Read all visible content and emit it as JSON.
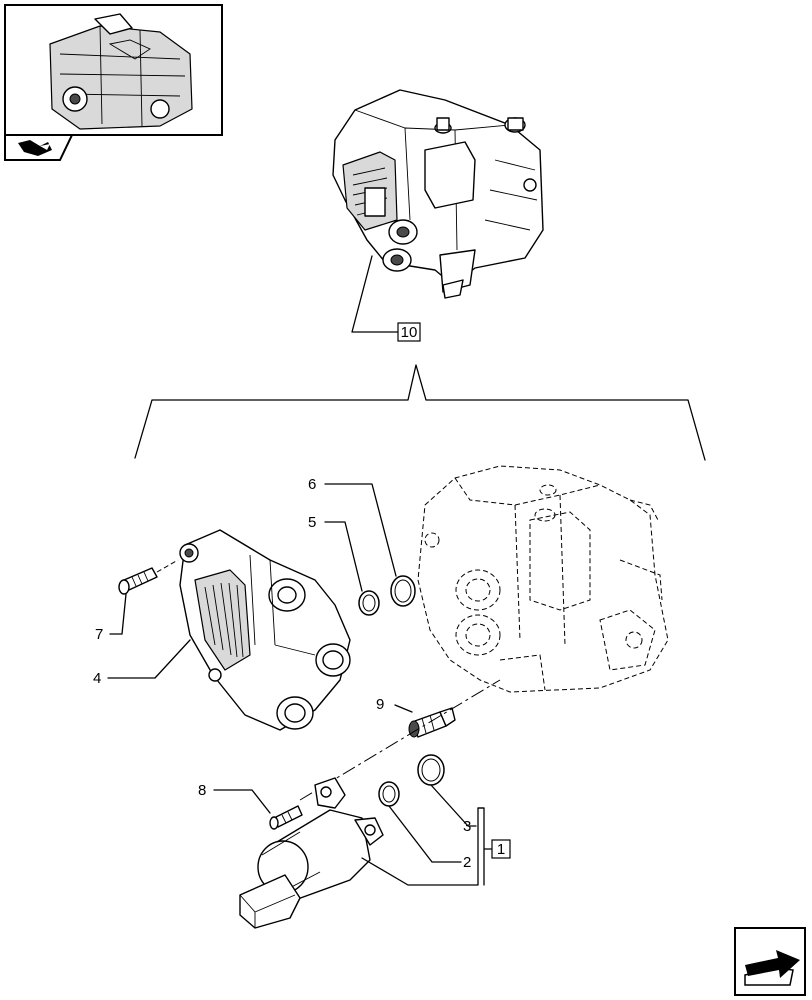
{
  "callouts": [
    {
      "id": "c10",
      "text": "10",
      "boxed": true
    },
    {
      "id": "c6",
      "text": "6",
      "boxed": false
    },
    {
      "id": "c5",
      "text": "5",
      "boxed": false
    },
    {
      "id": "c7",
      "text": "7",
      "boxed": false
    },
    {
      "id": "c4",
      "text": "4",
      "boxed": false
    },
    {
      "id": "c9",
      "text": "9",
      "boxed": false
    },
    {
      "id": "c8",
      "text": "8",
      "boxed": false
    },
    {
      "id": "c3",
      "text": "3",
      "boxed": false
    },
    {
      "id": "c2",
      "text": "2",
      "boxed": false
    },
    {
      "id": "c1",
      "text": "1",
      "boxed": true
    }
  ],
  "icons": {
    "thumbnail": "engine-thumbnail-icon",
    "section": "book-arrow-icon",
    "next": "next-page-arrow-icon"
  },
  "colors": {
    "line": "#000000",
    "background": "#ffffff",
    "shade": "#d9d9d9"
  }
}
